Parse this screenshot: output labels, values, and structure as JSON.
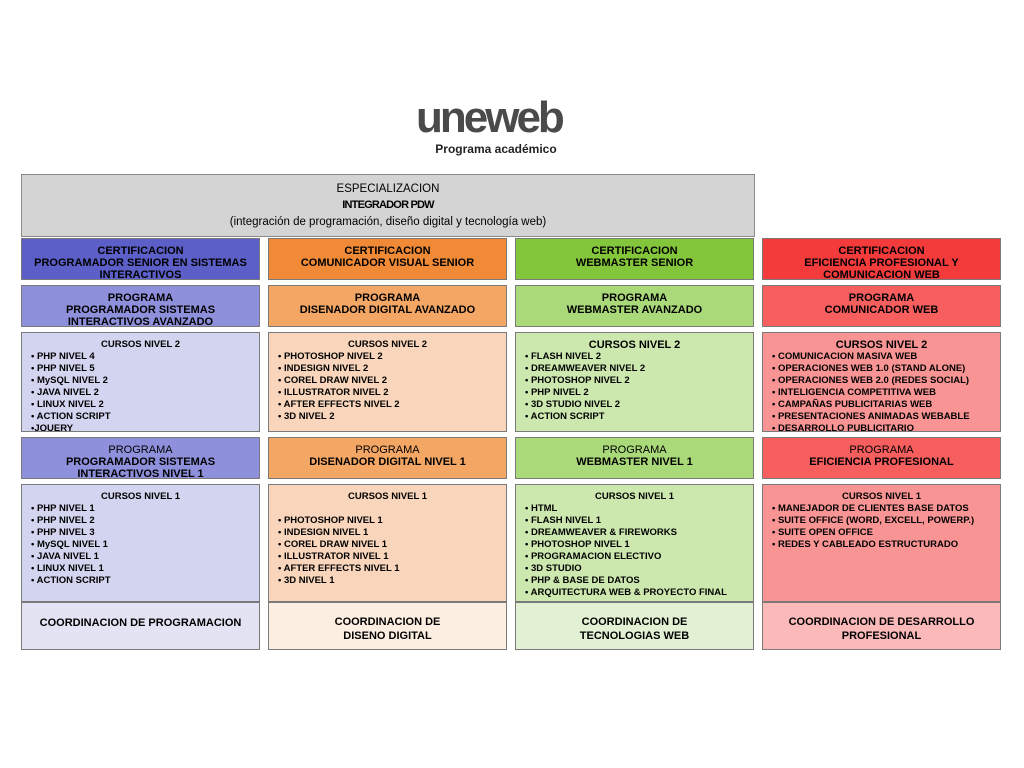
{
  "header": {
    "logo_text": "uneweb",
    "tagline": "Programa académico"
  },
  "specialization": {
    "line1": "ESPECIALIZACION",
    "line2": "INTEGRADOR PDW",
    "line3": "(integración de programación, diseño digital y tecnología web)"
  },
  "colors": {
    "blue_dark": "#5b5fc7",
    "blue_mid": "#8e90dc",
    "blue_light": "#d3d4f0",
    "orange_dark": "#f08a36",
    "orange_mid": "#f4a765",
    "orange_light": "#f9d6bb",
    "green_dark": "#84c63b",
    "green_mid": "#a9d978",
    "green_light": "#cde8af",
    "red_dark": "#f33b3b",
    "red_mid": "#f75e5e",
    "red_light": "#f99494"
  },
  "columns": [
    {
      "cert": [
        "CERTIFICACION",
        "PROGRAMADOR  SENIOR EN SISTEMAS",
        "INTERACTIVOS"
      ],
      "prog_advanced": [
        "PROGRAMA",
        "PROGRAMADOR SISTEMAS",
        "INTERACTIVOS  AVANZADO"
      ],
      "level2_title": "CURSOS NIVEL 2",
      "level2_items": [
        "• PHP NIVEL 4",
        "• PHP NIVEL 5",
        "• MySQL NIVEL 2",
        "• JAVA NIVEL 2",
        "• LINUX NIVEL 2",
        "• ACTION SCRIPT",
        "•JQUERY"
      ],
      "prog_level1": [
        "PROGRAMA",
        "PROGRAMADOR SISTEMAS",
        "INTERACTIVOS  NIVEL 1"
      ],
      "level1_title": "CURSOS NIVEL 1",
      "level1_items": [
        "• PHP NIVEL 1",
        "• PHP NIVEL 2",
        "• PHP NIVEL 3",
        "• MySQL NIVEL 1",
        "• JAVA NIVEL 1",
        "• LINUX NIVEL 1",
        "• ACTION SCRIPT"
      ],
      "coord": [
        "COORDINACION DE PROGRAMACION"
      ]
    },
    {
      "cert": [
        "CERTIFICACION",
        "COMUNICADOR VISUAL SENIOR"
      ],
      "prog_advanced": [
        "PROGRAMA",
        "DISENADOR DIGITAL AVANZADO"
      ],
      "level2_title": "CURSOS NIVEL 2",
      "level2_items": [
        "•  PHOTOSHOP NIVEL 2",
        "•  INDESIGN NIVEL 2",
        "•  COREL DRAW NIVEL 2",
        "•  ILLUSTRATOR NIVEL 2",
        "•  AFTER EFFECTS NIVEL 2",
        "•  3D NIVEL 2"
      ],
      "prog_level1": [
        "PROGRAMA",
        "DISENADOR DIGITAL NIVEL 1"
      ],
      "level1_title": "CURSOS NIVEL 1",
      "level1_items": [
        "",
        "•  PHOTOSHOP NIVEL 1",
        "•  INDESIGN NIVEL 1",
        "•  COREL DRAW NIVEL 1",
        "•  ILLUSTRATOR NIVEL 1",
        "•  AFTER EFFECTS NIVEL 1",
        "•  3D NIVEL 1"
      ],
      "coord": [
        "COORDINACION DE",
        "DISENO DIGITAL"
      ]
    },
    {
      "cert": [
        "CERTIFICACION",
        "WEBMASTER SENIOR"
      ],
      "prog_advanced": [
        "PROGRAMA",
        "WEBMASTER AVANZADO"
      ],
      "level2_title": "CURSOS NIVEL 2",
      "level2_items": [
        "• FLASH NIVEL 2",
        "• DREAMWEAVER NIVEL 2",
        "• PHOTOSHOP NIVEL 2",
        "• PHP NIVEL 2",
        "• 3D STUDIO NIVEL 2",
        "• ACTION SCRIPT"
      ],
      "prog_level1": [
        "PROGRAMA",
        "WEBMASTER  NIVEL 1"
      ],
      "level1_title": "CURSOS NIVEL 1",
      "level1_items": [
        "• HTML",
        "• FLASH  NIVEL 1",
        "• DREAMWEAVER & FIREWORKS",
        "• PHOTOSHOP NIVEL 1",
        "• PROGRAMACION ELECTIVO",
        "• 3D STUDIO",
        "• PHP & BASE DE DATOS",
        "• ARQUITECTURA WEB & PROYECTO FINAL"
      ],
      "coord": [
        "COORDINACION DE",
        "TECNOLOGIAS WEB"
      ]
    },
    {
      "cert": [
        "CERTIFICACION",
        "EFICIENCIA PROFESIONAL Y",
        "COMUNICACION WEB"
      ],
      "prog_advanced": [
        "PROGRAMA",
        "COMUNICADOR WEB"
      ],
      "level2_title": "CURSOS NIVEL 2",
      "level2_items": [
        "• COMUNICACION MASIVA WEB",
        "• OPERACIONES WEB 1.0 (STAND ALONE)",
        "• OPERACIONES WEB 2.0  (REDES SOCIAL)",
        "• INTELIGENCIA COMPETITIVA WEB",
        "• CAMPAÑAS PUBLICITARIAS WEB",
        "• PRESENTACIONES  ANIMADAS WEBABLE",
        "• DESARROLLO  PUBLICITARIO"
      ],
      "prog_level1": [
        "PROGRAMA",
        "EFICIENCIA PROFESIONAL"
      ],
      "level1_title": "CURSOS NIVEL 1",
      "level1_items": [
        "• MANEJADOR DE CLIENTES BASE DATOS",
        "• SUITE OFFICE (WORD, EXCELL, POWERP.)",
        "• SUITE OPEN OFFICE",
        "•  REDES Y CABLEADO ESTRUCTURADO"
      ],
      "coord": [
        "COORDINACION DE DESARROLLO",
        "PROFESIONAL"
      ]
    }
  ]
}
